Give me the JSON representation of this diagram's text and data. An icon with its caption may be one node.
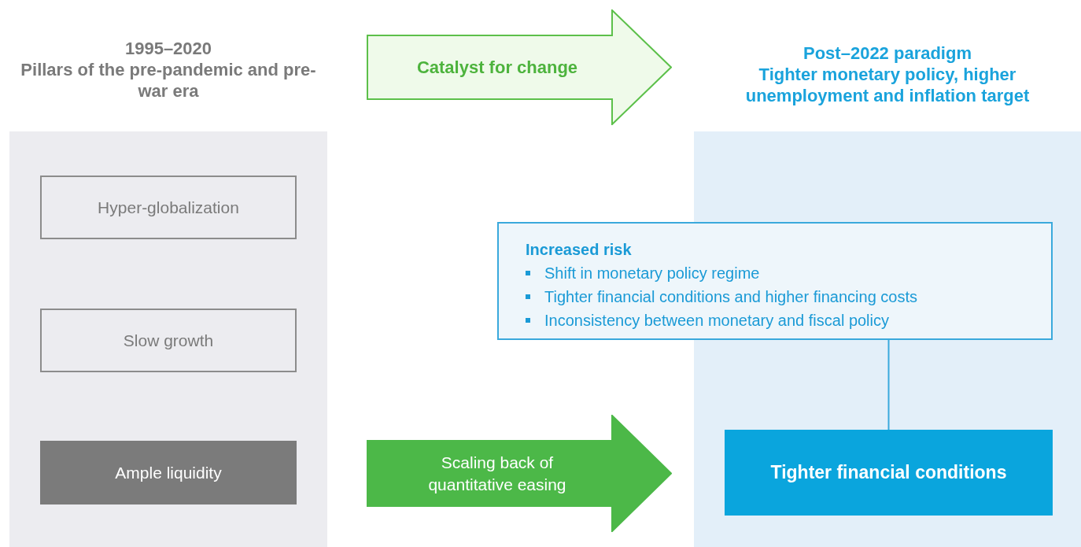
{
  "diagram": {
    "nodes": [
      {
        "text": [
          "1995–2020",
          "Pillars of the pre-pandemic and pre-war era"
        ]
      },
      {
        "text": [
          "Hyper-globalization"
        ],
        "in": 0
      },
      {
        "text": [
          "Slow growth"
        ],
        "in": 0
      },
      {
        "text": [
          "Ample liquidity"
        ],
        "in": 0
      },
      {
        "text": [
          "Catalyst for change"
        ]
      },
      {
        "text": [
          "Post–2022 paradigm",
          "Tighter monetary policy, higher unemployment and inflation target"
        ]
      },
      {
        "text": [
          "Increased risk",
          "Shift in monetary policy regime",
          "Tighter financial conditions and higher financing costs",
          "Inconsistency between monetary and fiscal policy"
        ]
      },
      {
        "text": [
          "Scaling back of quantitative easing"
        ]
      },
      {
        "text": [
          "Tighter financial conditions"
        ],
        "in": 5
      }
    ],
    "edges": [
      {
        "from": 6,
        "to": 8,
        "arrow": "none"
      }
    ]
  }
}
